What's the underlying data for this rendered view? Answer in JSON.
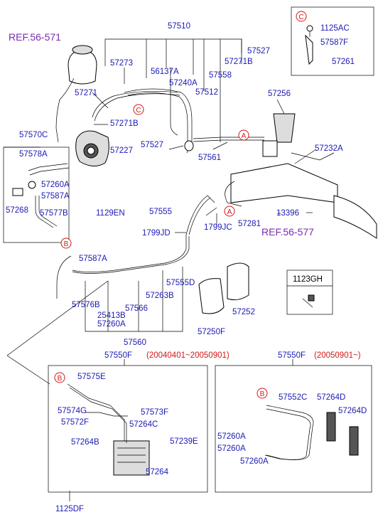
{
  "refs": {
    "ref_top": "REF.56-571",
    "ref_right": "REF.56-577"
  },
  "callouts": {
    "A": "A",
    "B": "B",
    "C": "C"
  },
  "labels": {
    "p57510": "57510",
    "p57273": "57273",
    "p56137A": "56137A",
    "p57527a": "57527",
    "p57271B_top": "57271B",
    "p57240A": "57240A",
    "p57558": "57558",
    "p57512": "57512",
    "p57271": "57271",
    "p57271B": "57271B",
    "p57227": "57227",
    "p57527b": "57527",
    "p57561": "57561",
    "p57256": "57256",
    "p57232A": "57232A",
    "p57570C": "57570C",
    "p57578A": "57578A",
    "p57260A": "57260A",
    "p57587A": "57587A",
    "p57268": "57268",
    "p57577B": "57577B",
    "p1129EN": "1129EN",
    "p57555": "57555",
    "p1799JD": "1799JD",
    "p1799JC": "1799JC",
    "p57281": "57281",
    "p13396": "13396",
    "p57587A2": "57587A",
    "p57576B": "57576B",
    "p25413B": "25413B",
    "p57260A2": "57260A",
    "p57566": "57566",
    "p57263B": "57263B",
    "p57555D": "57555D",
    "p57252": "57252",
    "p57250F": "57250F",
    "p57560": "57560",
    "p1123GH": "1123GH",
    "p1125AC": "1125AC",
    "p57587F": "57587F",
    "p57261": "57261",
    "p57550F_a": "57550F",
    "p57550F_a_date": "(20040401~20050901)",
    "p57550F_b": "57550F",
    "p57550F_b_date": "(20050901~)",
    "p57575E": "57575E",
    "p57574G": "57574G",
    "p57572F": "57572F",
    "p57573F": "57573F",
    "p57264C": "57264C",
    "p57264B": "57264B",
    "p57239E": "57239E",
    "p57264": "57264",
    "p1125DF": "1125DF",
    "p57552C": "57552C",
    "p57264D_a": "57264D",
    "p57264D_b": "57264D",
    "p57260A_r1": "57260A",
    "p57260A_r2": "57260A",
    "p57260A_r3": "57260A"
  }
}
